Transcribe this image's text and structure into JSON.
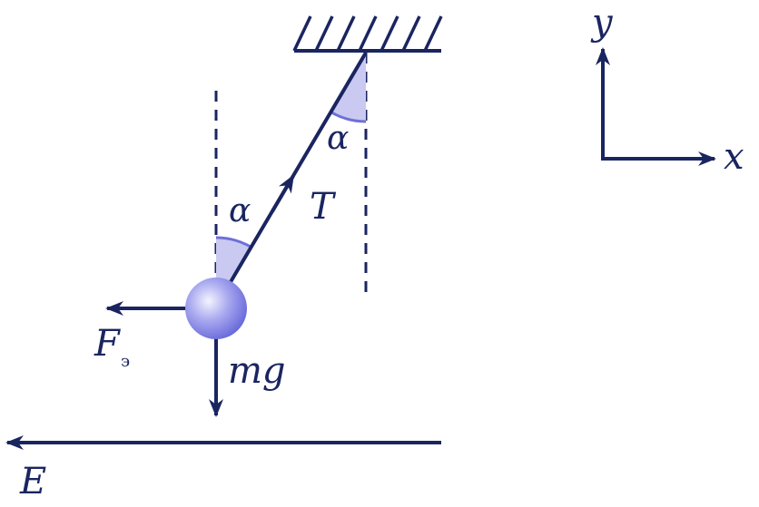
{
  "labels": {
    "axis_y": "y",
    "axis_x": "x",
    "angle_top": "α",
    "angle_bottom": "α",
    "tension": "T",
    "gravity": "mg",
    "electric_force": "F",
    "electric_force_sub": "э",
    "field": "E"
  },
  "colors": {
    "ink": "#1a2560",
    "angle_fill": "#c9c9f2",
    "angle_stroke": "#6f6fd8",
    "ball_light": "#f4f4ff",
    "ball_dark": "#6b6be0"
  }
}
